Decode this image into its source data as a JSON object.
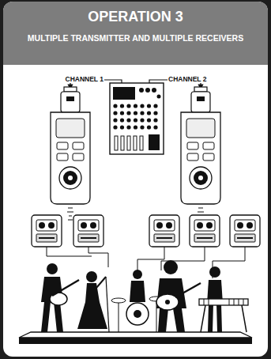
{
  "diagram": {
    "title": "OPERATION 3",
    "labels": [
      "MULTIPLE  TRANSMITTER AND MULTIPLE RECEIVERS",
      "CHANNEL 1",
      "CHANNEL 2"
    ]
  }
}
